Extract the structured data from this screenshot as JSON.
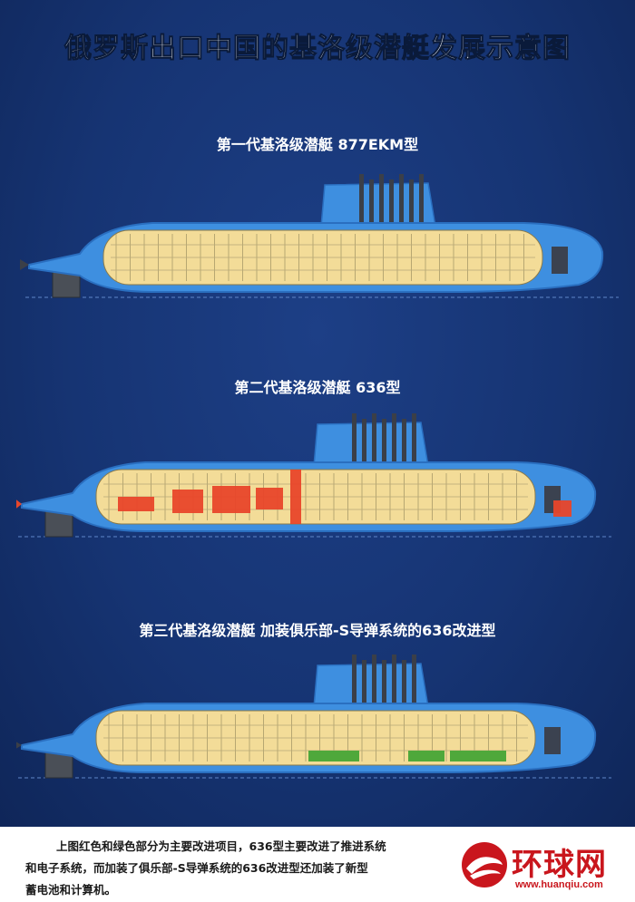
{
  "title": "俄罗斯出口中国的基洛级潜艇发展示意图",
  "subs": [
    {
      "label": "第一代基洛级潜艇 877EKM型",
      "variant": "877"
    },
    {
      "label": "第二代基洛级潜艇 636型",
      "variant": "636"
    },
    {
      "label": "第三代基洛级潜艇  加装俱乐部-S导弹系统的636改进型",
      "variant": "636M"
    }
  ],
  "caption": {
    "line1": "上图红色和绿色部分为主要改进项目，636型主要改进了推进系统",
    "line2": "和电子系统，而加装了俱乐部-S导弹系统的636改进型还加装了新型",
    "line3": "蓄电池和计算机。"
  },
  "logo": {
    "name": "环球网",
    "url": "www.huanqiu.com"
  },
  "colors": {
    "hull": "#3e8fe0",
    "hull_dark": "#2a6fc0",
    "interior": "#f3dc98",
    "red": "#e8462a",
    "green": "#4fa83b",
    "background": "#163473",
    "logo_red": "#c9161d"
  }
}
